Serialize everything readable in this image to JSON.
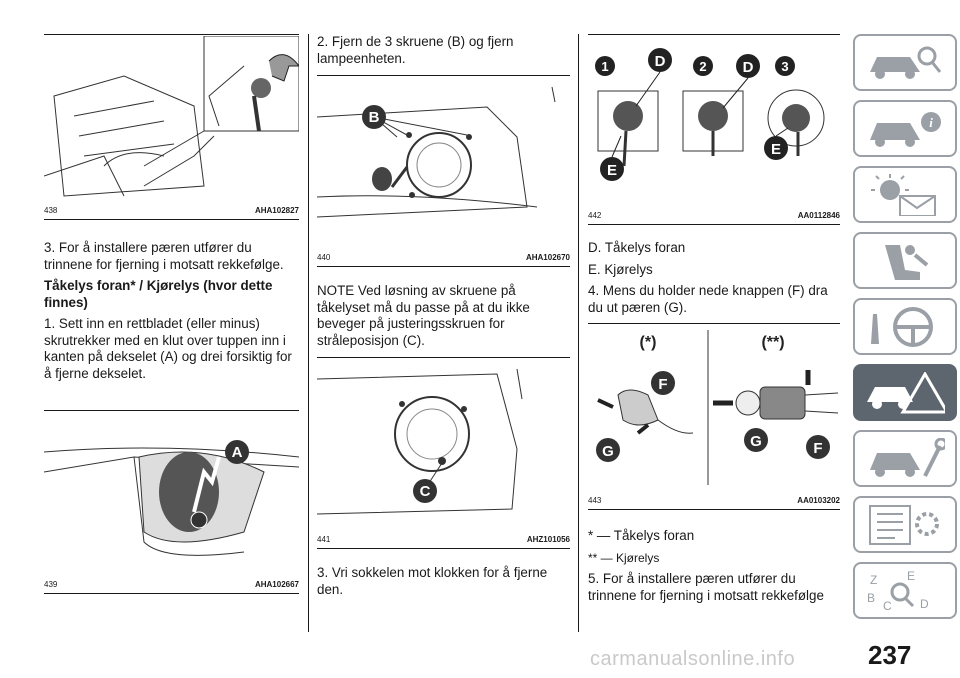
{
  "page_number": "237",
  "watermark": "carmanualsonline.info",
  "figures": {
    "f438": {
      "num": "438",
      "code": "AHA102827"
    },
    "f439": {
      "num": "439",
      "code": "AHA102667",
      "marker": "A"
    },
    "f440": {
      "num": "440",
      "code": "AHA102670",
      "marker": "B"
    },
    "f441": {
      "num": "441",
      "code": "AHZ101056",
      "marker": "C"
    },
    "f442": {
      "num": "442",
      "code": "AA0112846",
      "markers": [
        "1",
        "D",
        "2",
        "D",
        "3",
        "E",
        "E"
      ]
    },
    "f443": {
      "num": "443",
      "code": "AA0103202",
      "left_label": "(*)",
      "right_label": "(**)",
      "markers": [
        "F",
        "G",
        "G",
        "F"
      ]
    }
  },
  "col1": {
    "p1": "3. For å installere pæren utfører du trinnene for fjerning i motsatt rekkefølge.",
    "heading": "Tåkelys foran* / Kjørelys (hvor dette finnes)",
    "p2": "1. Sett inn en rettbladet (eller minus) skrutrekker med en klut over tuppen inn i kanten på dekselet (A) og drei forsiktig for å fjerne dekselet."
  },
  "col2": {
    "p1": "2. Fjern de 3 skruene (B) og fjern lampeenheten.",
    "note": "NOTE  Ved løsning av skruene på tåkelyset må du passe på at du ikke beveger på justeringsskruen for stråleposisjon (C).",
    "p2": "3. Vri sokkelen mot klokken for å fjerne den."
  },
  "col3": {
    "d": "D. Tåkelys foran",
    "e": "E. Kjørelys",
    "p4": "4. Mens du holder nede knappen (F) dra du ut pæren (G).",
    "star1": "* — Tåkelys foran",
    "star2": "** — Kjørelys",
    "p5": "5. For å installere pæren utfører du trinnene for fjerning i motsatt rekkefølge"
  },
  "sidebar": {
    "active_index": 5,
    "tabs": [
      "car-search-icon",
      "car-info-icon",
      "warning-light-icon",
      "seat-airbag-icon",
      "steering-wheel-icon",
      "breakdown-triangle-icon",
      "car-wrench-icon",
      "spec-sheet-icon",
      "alphabet-index-icon"
    ]
  }
}
